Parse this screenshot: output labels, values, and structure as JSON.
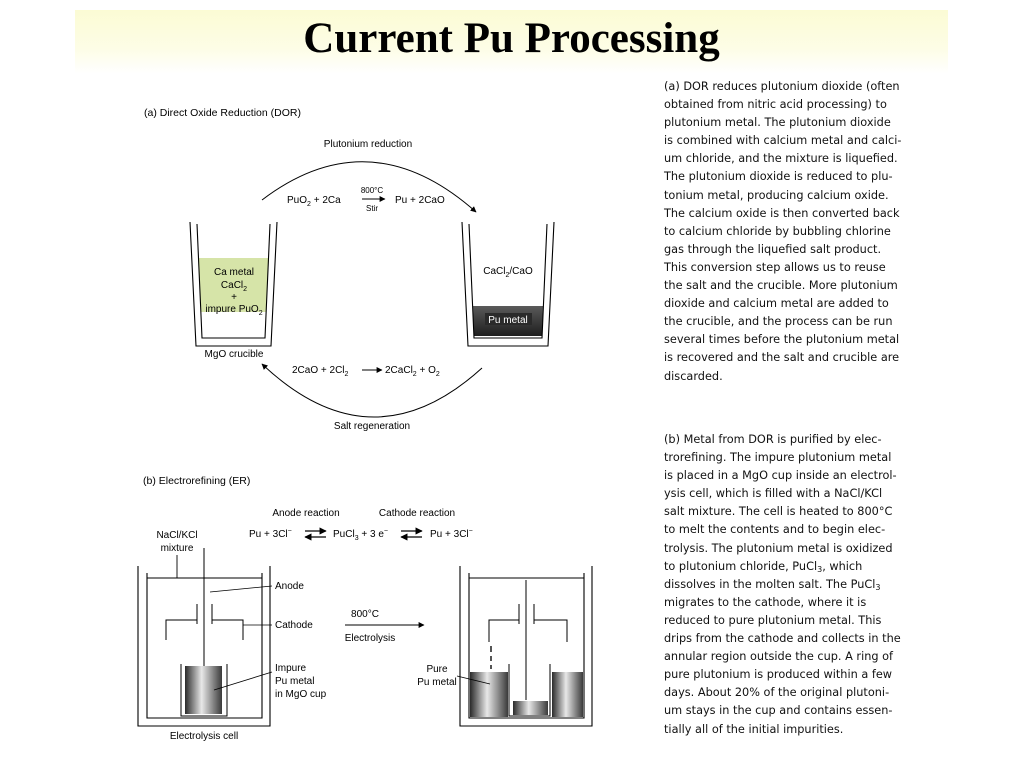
{
  "slide": {
    "title": "Current Pu Processing"
  },
  "dor": {
    "heading": "(a) Direct Oxide Reduction (DOR)",
    "reduction_label": "Plutonium reduction",
    "reaction": {
      "reactant_pu": "PuO",
      "reactant_pu_sub": "2",
      "reactant_ca": " + 2Ca",
      "temp": "800°C",
      "stir": "Stir",
      "product": "Pu + 2CaO"
    },
    "left_crucible": {
      "lines": [
        "Ca metal",
        "CaCl",
        "+",
        "impure PuO"
      ],
      "sub": "2",
      "label": "MgO crucible"
    },
    "right_crucible": {
      "salt": "CaCl",
      "salt_sub": "2",
      "salt_rest": "/CaO",
      "metal": "Pu metal"
    },
    "regen": {
      "r1": "2CaO + 2Cl",
      "r1_sub": "2",
      "r2": "2CaCl",
      "r2_sub": "2",
      "r3": " + O",
      "r3_sub": "2"
    },
    "regen_label": "Salt regeneration"
  },
  "er": {
    "heading": "(b) Electrorefining (ER)",
    "anode_title": "Anode reaction",
    "cathode_title": "Cathode reaction",
    "eq": {
      "a": "Pu + 3Cl",
      "a_sup": "−",
      "b": "PuCl",
      "b_sub": "3",
      "c": " + 3 e",
      "c_sup": "−",
      "d": "Pu + 3Cl",
      "d_sup": "−"
    },
    "mixture": [
      "NaCl/KCl",
      "mixture"
    ],
    "anode": "Anode",
    "cathode": "Cathode",
    "impure": [
      "Impure",
      "Pu metal",
      "in MgO cup"
    ],
    "temp": "800°C",
    "electrolysis": "Electrolysis",
    "pure": [
      "Pure",
      "Pu metal"
    ],
    "cell_label": "Electrolysis cell"
  },
  "text_a": [
    "(a) DOR reduces plutonium dioxide (often",
    "obtained from nitric acid processing) to",
    "plutonium metal. The plutonium dioxide",
    "is combined with calcium metal and calci-",
    "um chloride, and the mixture is liquefied.",
    "The plutonium dioxide is reduced to plu-",
    "tonium metal, producing calcium oxide.",
    "The calcium oxide is then converted back",
    "to calcium chloride by bubbling chlorine",
    "gas through the liquefied salt product.",
    "This conversion step allows us to reuse",
    "the salt and the crucible. More plutonium",
    "dioxide and calcium metal are added to",
    "the crucible, and the process can be run",
    "several times before the plutonium metal",
    "is recovered and the salt and crucible are",
    "discarded."
  ],
  "text_b": {
    "lines": [
      "(b) Metal from DOR is purified by elec-",
      "trorefining. The impure plutonium metal",
      "is placed in a MgO cup inside an electrol-",
      "ysis cell, which is filled with a NaCl/KCl",
      "salt mixture. The cell is heated to 800°C",
      "to melt the contents and to begin elec-",
      "trolysis. The plutonium metal is oxidized"
    ],
    "l8_a": "to plutonium chloride, PuCl",
    "l8_sub": "3",
    "l8_b": ", which",
    "l9_a": "dissolves in the molten salt. The PuCl",
    "l9_sub": "3",
    "lines_end": [
      "migrates to the cathode, where it is",
      "reduced to pure plutonium metal. This",
      "drips from the cathode and collects in the",
      "annular region outside the cup. A ring of",
      "pure plutonium is produced within a few",
      "days. About 20% of the original plutoni-",
      "um stays in the cup and contains essen-",
      "tially all of the initial impurities."
    ]
  },
  "colors": {
    "title_band": "#fbfbd4",
    "ca_fill": "#d6e4a8",
    "metal_dark": "#3a3a3a"
  }
}
